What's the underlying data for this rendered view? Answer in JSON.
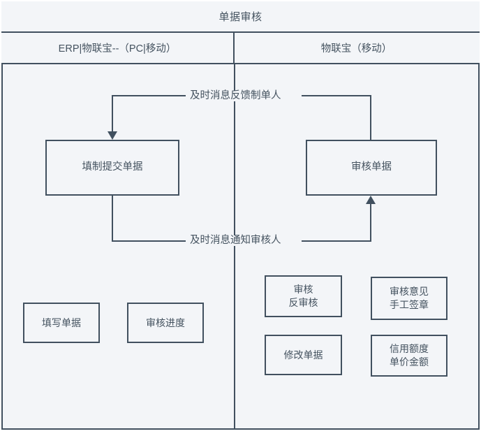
{
  "diagram": {
    "type": "swimlane-flowchart",
    "title": "单据审核",
    "lanes": [
      {
        "id": "lane-left",
        "label": "ERP|物联宝--（PC|移动）"
      },
      {
        "id": "lane-right",
        "label": "物联宝（移动）"
      }
    ],
    "nodes": [
      {
        "id": "fill-submit",
        "label": "填制提交单据",
        "lane": "lane-left"
      },
      {
        "id": "audit-doc",
        "label": "审核单据",
        "lane": "lane-right"
      },
      {
        "id": "write-doc",
        "label": "填写单据",
        "lane": "lane-left"
      },
      {
        "id": "audit-progress",
        "label": "审核进度",
        "lane": "lane-left"
      },
      {
        "id": "audit-reverse",
        "label": "审核\n反审核",
        "lane": "lane-right"
      },
      {
        "id": "opinion-sign",
        "label": "审核意见\n手工签章",
        "lane": "lane-right"
      },
      {
        "id": "modify-doc",
        "label": "修改单据",
        "lane": "lane-right"
      },
      {
        "id": "credit-price",
        "label": "信用额度\n单价金额",
        "lane": "lane-right"
      }
    ],
    "edges": [
      {
        "id": "feedback-to-creator",
        "label": "及时消息反馈制单人",
        "from": "audit-doc",
        "to": "fill-submit",
        "direction": "right-to-left"
      },
      {
        "id": "notify-auditor",
        "label": "及时消息通知审核人",
        "from": "fill-submit",
        "to": "audit-doc",
        "direction": "left-to-right"
      }
    ],
    "colors": {
      "stroke": "#41505f",
      "fill": "#f3f5f8",
      "text": "#44525f",
      "page": "#ffffff"
    }
  }
}
